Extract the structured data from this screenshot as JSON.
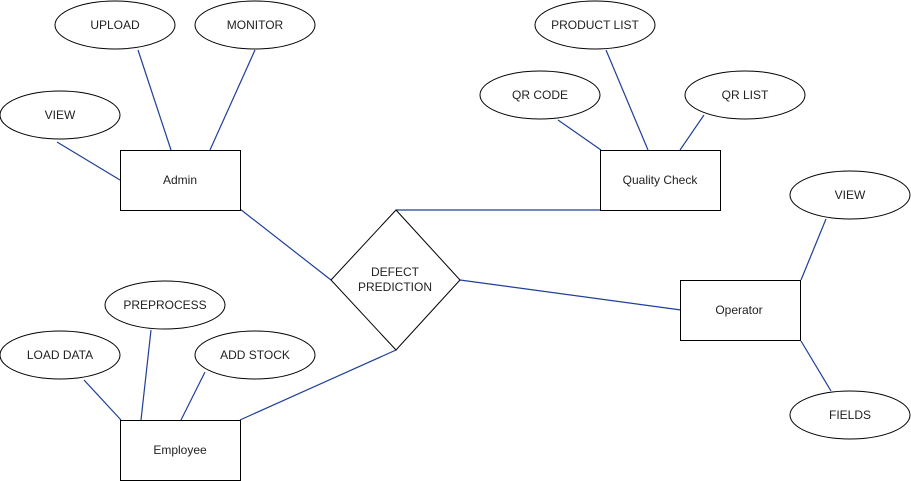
{
  "colors": {
    "edge": "#1f3f99",
    "stroke": "#000000",
    "fill": "#ffffff"
  },
  "relationship": {
    "label_line1": "DEFECT",
    "label_line2": "PREDICTION"
  },
  "entities": {
    "admin": "Admin",
    "quality_check": "Quality Check",
    "operator": "Operator",
    "employee": "Employee"
  },
  "attributes": {
    "admin_upload": "UPLOAD",
    "admin_monitor": "MONITOR",
    "admin_view": "VIEW",
    "qc_product_list": "PRODUCT LIST",
    "qc_qr_code": "QR CODE",
    "qc_qr_list": "QR LIST",
    "operator_view": "VIEW",
    "operator_fields": "FIELDS",
    "employee_preprocess": "PREPROCESS",
    "employee_load_data": "LOAD DATA",
    "employee_add_stock": "ADD STOCK"
  }
}
